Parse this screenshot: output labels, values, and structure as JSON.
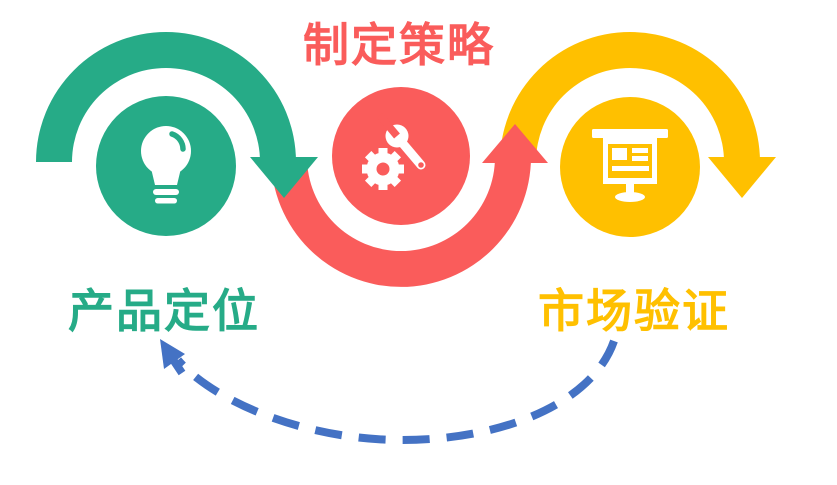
{
  "colors": {
    "green": "#26AB87",
    "red": "#FA5C5B",
    "yellow": "#FFC000",
    "blue": "#4472C4",
    "white": "#FFFFFF",
    "background": "#FFFFFF"
  },
  "diagram": {
    "steps": [
      {
        "label": "产品定位",
        "icon": "lightbulb-icon",
        "color": "#26AB87"
      },
      {
        "label": "制定策略",
        "icon": "gear-wrench-icon",
        "color": "#FA5C5B"
      },
      {
        "label": "市场验证",
        "icon": "presentation-board-icon",
        "color": "#FFC000"
      }
    ],
    "connectors": [
      {
        "name": "step1-to-step2-arc",
        "type": "solid-arc-arrow",
        "color": "#26AB87"
      },
      {
        "name": "step2-to-step3-arc",
        "type": "solid-arc-arrow",
        "color": "#FA5C5B"
      },
      {
        "name": "step3-exit-arc",
        "type": "solid-arc-arrow",
        "color": "#FFC000"
      },
      {
        "name": "step3-to-step1-feedback",
        "type": "dashed-curve-arrow",
        "color": "#4472C4"
      }
    ]
  }
}
